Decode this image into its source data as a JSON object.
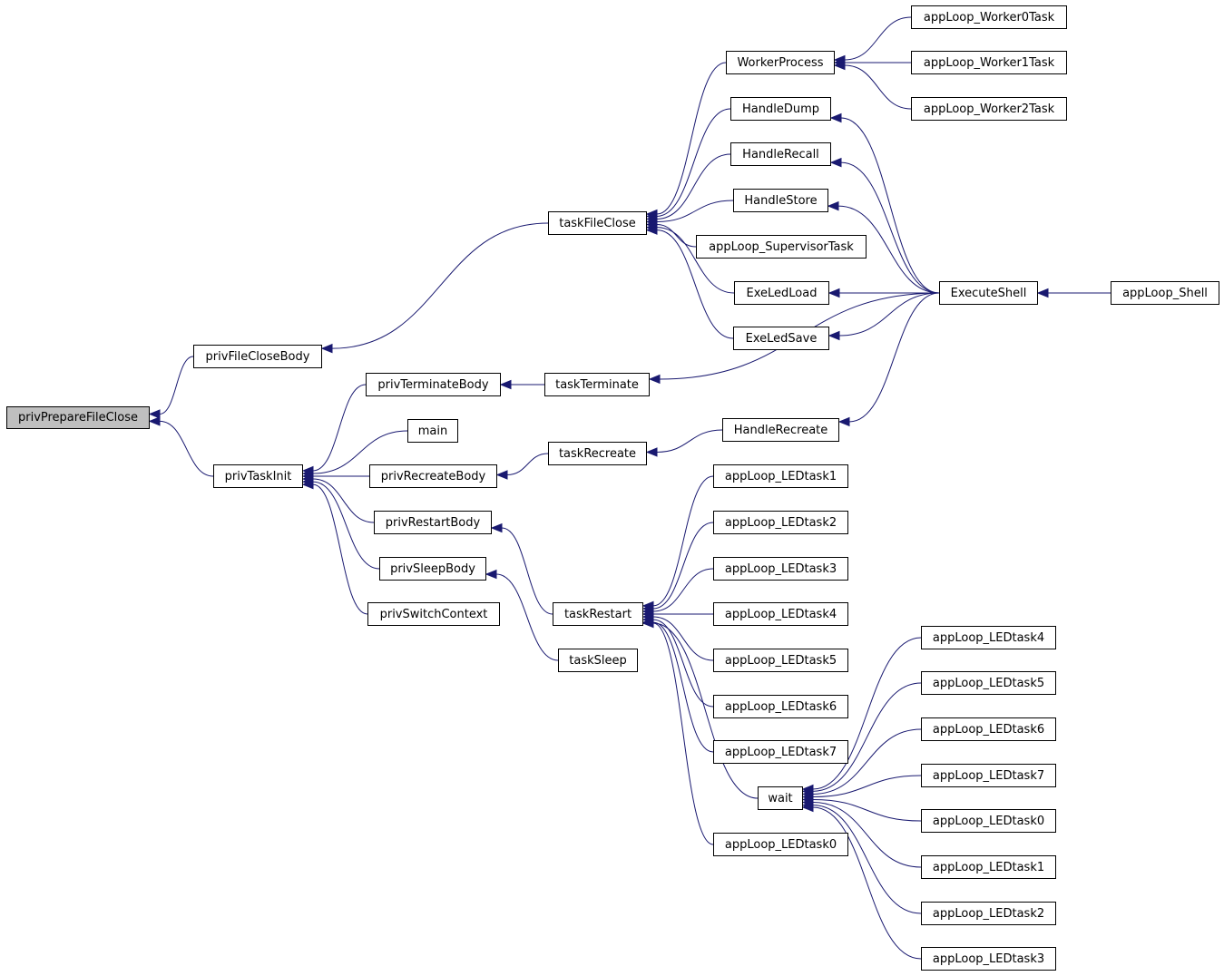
{
  "graph": {
    "nodes": [
      {
        "id": "privPrepareFileClose",
        "label": "privPrepareFileClose",
        "root": true
      },
      {
        "id": "privFileCloseBody",
        "label": "privFileCloseBody"
      },
      {
        "id": "privTaskInit",
        "label": "privTaskInit"
      },
      {
        "id": "taskFileClose",
        "label": "taskFileClose"
      },
      {
        "id": "WorkerProcess",
        "label": "WorkerProcess"
      },
      {
        "id": "HandleDump",
        "label": "HandleDump"
      },
      {
        "id": "HandleRecall",
        "label": "HandleRecall"
      },
      {
        "id": "HandleStore",
        "label": "HandleStore"
      },
      {
        "id": "appLoop_SupervisorTask",
        "label": "appLoop_SupervisorTask"
      },
      {
        "id": "ExeLedLoad",
        "label": "ExeLedLoad"
      },
      {
        "id": "ExeLedSave",
        "label": "ExeLedSave"
      },
      {
        "id": "appLoop_Worker0Task",
        "label": "appLoop_Worker0Task"
      },
      {
        "id": "appLoop_Worker1Task",
        "label": "appLoop_Worker1Task"
      },
      {
        "id": "appLoop_Worker2Task",
        "label": "appLoop_Worker2Task"
      },
      {
        "id": "ExecuteShell",
        "label": "ExecuteShell"
      },
      {
        "id": "appLoop_Shell",
        "label": "appLoop_Shell"
      },
      {
        "id": "privTerminateBody",
        "label": "privTerminateBody"
      },
      {
        "id": "main",
        "label": "main"
      },
      {
        "id": "privRecreateBody",
        "label": "privRecreateBody"
      },
      {
        "id": "privRestartBody",
        "label": "privRestartBody"
      },
      {
        "id": "privSleepBody",
        "label": "privSleepBody"
      },
      {
        "id": "privSwitchContext",
        "label": "privSwitchContext"
      },
      {
        "id": "taskTerminate",
        "label": "taskTerminate"
      },
      {
        "id": "taskRecreate",
        "label": "taskRecreate"
      },
      {
        "id": "HandleRecreate",
        "label": "HandleRecreate"
      },
      {
        "id": "taskRestart",
        "label": "taskRestart"
      },
      {
        "id": "taskSleep",
        "label": "taskSleep"
      },
      {
        "id": "m_LEDtask1",
        "label": "appLoop_LEDtask1"
      },
      {
        "id": "m_LEDtask2",
        "label": "appLoop_LEDtask2"
      },
      {
        "id": "m_LEDtask3",
        "label": "appLoop_LEDtask3"
      },
      {
        "id": "m_LEDtask4",
        "label": "appLoop_LEDtask4"
      },
      {
        "id": "m_LEDtask5",
        "label": "appLoop_LEDtask5"
      },
      {
        "id": "m_LEDtask6",
        "label": "appLoop_LEDtask6"
      },
      {
        "id": "m_LEDtask7",
        "label": "appLoop_LEDtask7"
      },
      {
        "id": "wait",
        "label": "wait"
      },
      {
        "id": "m_LEDtask0",
        "label": "appLoop_LEDtask0"
      },
      {
        "id": "r_LEDtask4",
        "label": "appLoop_LEDtask4"
      },
      {
        "id": "r_LEDtask5",
        "label": "appLoop_LEDtask5"
      },
      {
        "id": "r_LEDtask6",
        "label": "appLoop_LEDtask6"
      },
      {
        "id": "r_LEDtask7",
        "label": "appLoop_LEDtask7"
      },
      {
        "id": "r_LEDtask0",
        "label": "appLoop_LEDtask0"
      },
      {
        "id": "r_LEDtask1",
        "label": "appLoop_LEDtask1"
      },
      {
        "id": "r_LEDtask2",
        "label": "appLoop_LEDtask2"
      },
      {
        "id": "r_LEDtask3",
        "label": "appLoop_LEDtask3"
      }
    ],
    "edges": [
      {
        "from": "privFileCloseBody",
        "to": "privPrepareFileClose"
      },
      {
        "from": "privTaskInit",
        "to": "privPrepareFileClose"
      },
      {
        "from": "taskFileClose",
        "to": "privFileCloseBody"
      },
      {
        "from": "WorkerProcess",
        "to": "taskFileClose"
      },
      {
        "from": "HandleDump",
        "to": "taskFileClose"
      },
      {
        "from": "HandleRecall",
        "to": "taskFileClose"
      },
      {
        "from": "HandleStore",
        "to": "taskFileClose"
      },
      {
        "from": "appLoop_SupervisorTask",
        "to": "taskFileClose"
      },
      {
        "from": "ExeLedLoad",
        "to": "taskFileClose"
      },
      {
        "from": "ExeLedSave",
        "to": "taskFileClose"
      },
      {
        "from": "appLoop_Worker0Task",
        "to": "WorkerProcess"
      },
      {
        "from": "appLoop_Worker1Task",
        "to": "WorkerProcess"
      },
      {
        "from": "appLoop_Worker2Task",
        "to": "WorkerProcess"
      },
      {
        "from": "ExecuteShell",
        "to": "HandleDump"
      },
      {
        "from": "ExecuteShell",
        "to": "HandleRecall"
      },
      {
        "from": "ExecuteShell",
        "to": "HandleStore"
      },
      {
        "from": "ExecuteShell",
        "to": "ExeLedLoad"
      },
      {
        "from": "ExecuteShell",
        "to": "ExeLedSave"
      },
      {
        "from": "ExecuteShell",
        "to": "taskTerminate"
      },
      {
        "from": "ExecuteShell",
        "to": "HandleRecreate"
      },
      {
        "from": "appLoop_Shell",
        "to": "ExecuteShell"
      },
      {
        "from": "privTerminateBody",
        "to": "privTaskInit"
      },
      {
        "from": "main",
        "to": "privTaskInit"
      },
      {
        "from": "privRecreateBody",
        "to": "privTaskInit"
      },
      {
        "from": "privRestartBody",
        "to": "privTaskInit"
      },
      {
        "from": "privSleepBody",
        "to": "privTaskInit"
      },
      {
        "from": "privSwitchContext",
        "to": "privTaskInit"
      },
      {
        "from": "taskTerminate",
        "to": "privTerminateBody"
      },
      {
        "from": "taskRecreate",
        "to": "privRecreateBody"
      },
      {
        "from": "HandleRecreate",
        "to": "taskRecreate"
      },
      {
        "from": "taskRestart",
        "to": "privRestartBody"
      },
      {
        "from": "taskSleep",
        "to": "privSleepBody"
      },
      {
        "from": "m_LEDtask1",
        "to": "taskRestart"
      },
      {
        "from": "m_LEDtask2",
        "to": "taskRestart"
      },
      {
        "from": "m_LEDtask3",
        "to": "taskRestart"
      },
      {
        "from": "m_LEDtask4",
        "to": "taskRestart"
      },
      {
        "from": "m_LEDtask5",
        "to": "taskRestart"
      },
      {
        "from": "m_LEDtask6",
        "to": "taskRestart"
      },
      {
        "from": "m_LEDtask7",
        "to": "taskRestart"
      },
      {
        "from": "wait",
        "to": "taskRestart"
      },
      {
        "from": "m_LEDtask0",
        "to": "taskRestart"
      },
      {
        "from": "r_LEDtask4",
        "to": "wait"
      },
      {
        "from": "r_LEDtask5",
        "to": "wait"
      },
      {
        "from": "r_LEDtask6",
        "to": "wait"
      },
      {
        "from": "r_LEDtask7",
        "to": "wait"
      },
      {
        "from": "r_LEDtask0",
        "to": "wait"
      },
      {
        "from": "r_LEDtask1",
        "to": "wait"
      },
      {
        "from": "r_LEDtask2",
        "to": "wait"
      },
      {
        "from": "r_LEDtask3",
        "to": "wait"
      }
    ]
  },
  "colors": {
    "edge": "#191970",
    "root_fill": "#bfbfbf",
    "node_fill": "#ffffff",
    "node_border": "#000000"
  }
}
